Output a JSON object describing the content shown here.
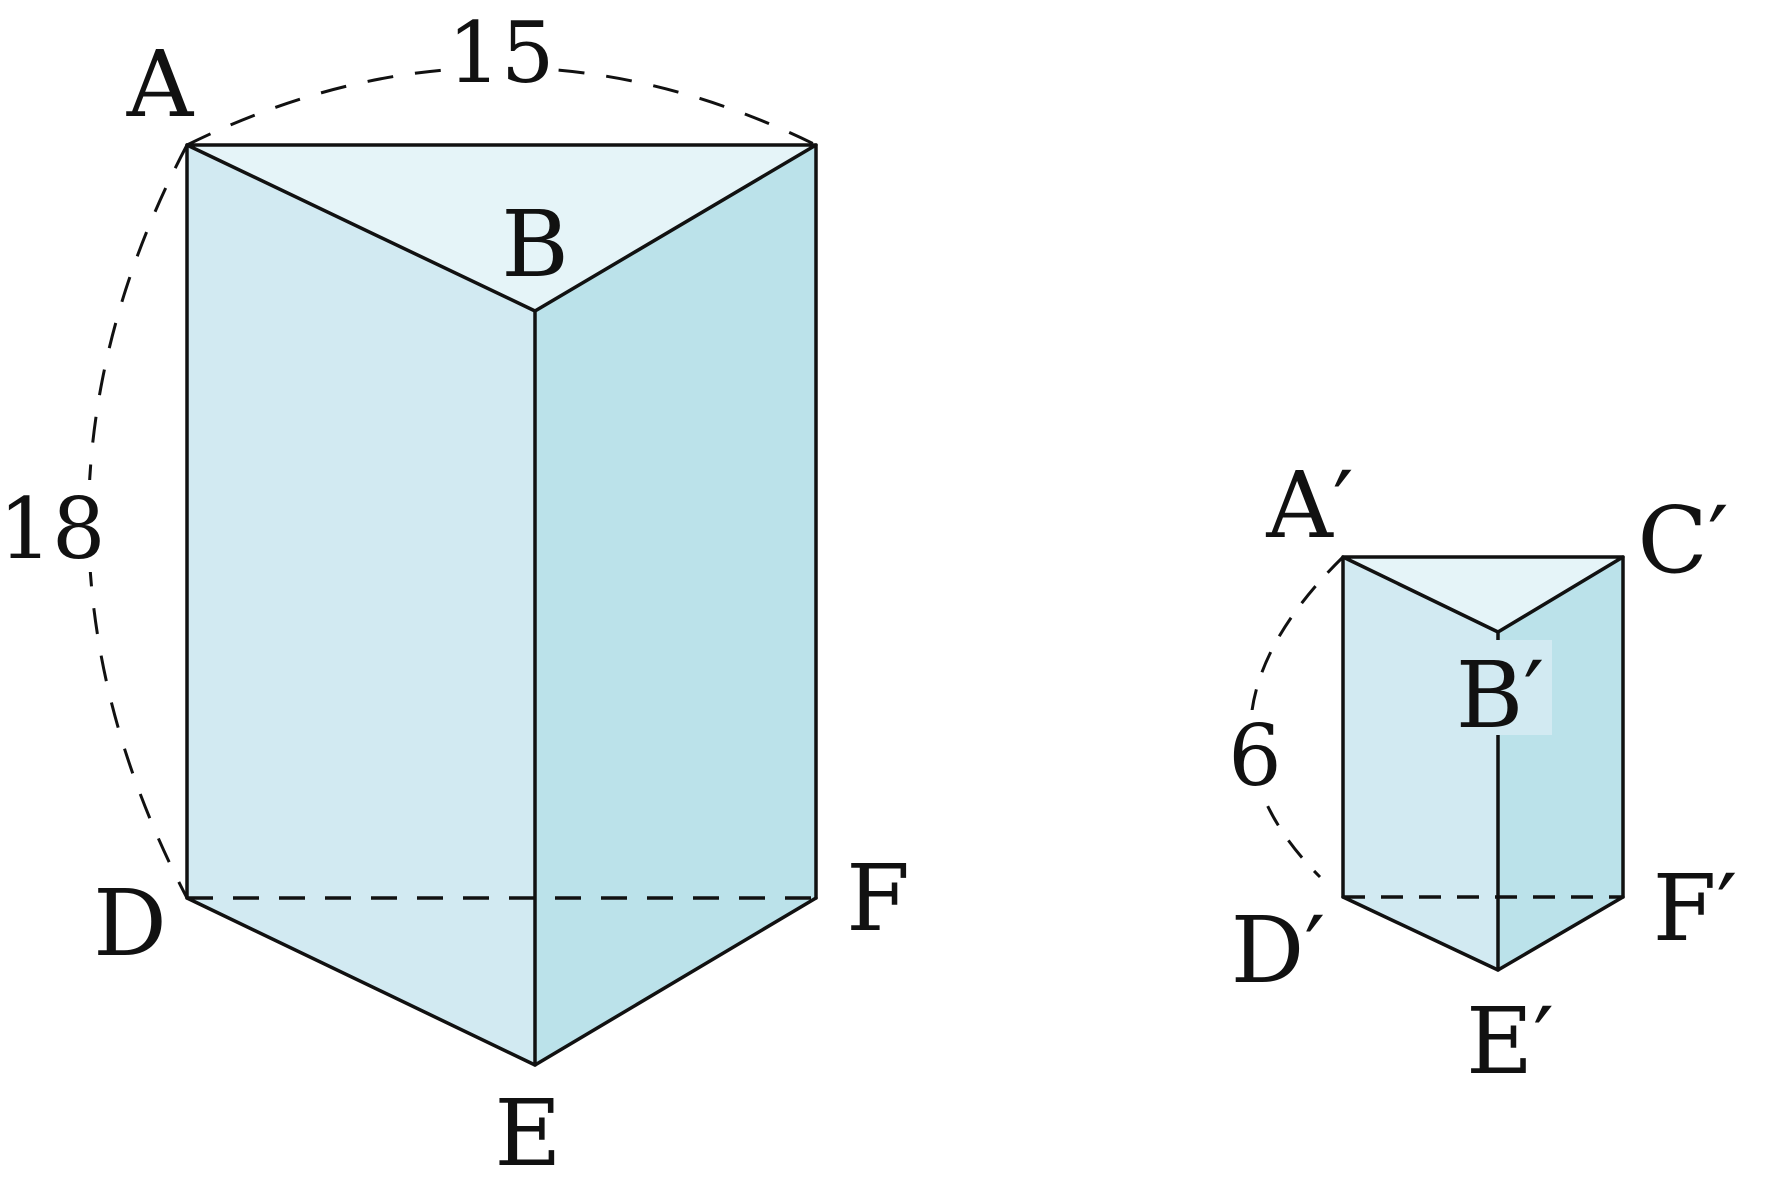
{
  "colors": {
    "top_face": "#E5F4F8",
    "front_left_face": "#D2EAF2",
    "front_right_face": "#BBE2EA",
    "edge": "#111111",
    "background": "#FFFFFF"
  },
  "large_prism": {
    "vertex_labels": {
      "A": "A",
      "B": "B",
      "D": "D",
      "E": "E",
      "F": "F"
    },
    "dimensions": {
      "top_edge": "15",
      "height": "18"
    }
  },
  "small_prism": {
    "vertex_labels": {
      "A": "A′",
      "B": "B′",
      "C": "C′",
      "D": "D′",
      "E": "E′",
      "F": "F′"
    },
    "dimensions": {
      "height": "6"
    }
  }
}
